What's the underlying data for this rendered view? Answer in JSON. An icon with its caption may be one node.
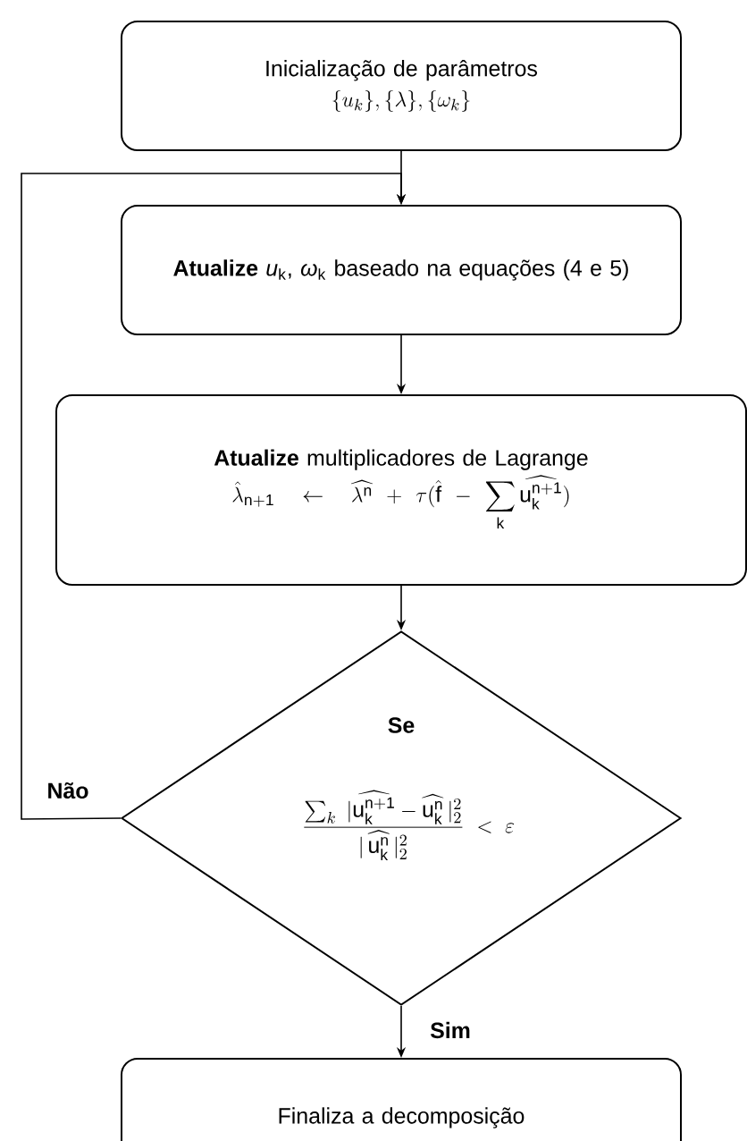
{
  "diagram": {
    "nodes": [
      {
        "text": [
          "Inicialização de parâmetros",
          "\\{u_k\\}, \\{\\lambda\\}, \\{\\omega_k\\}"
        ]
      },
      {
        "text": [
          "**Atualize** *u*$_{k}$, *ω*$_{k}$ baseado na equações (4 e 5)"
        ]
      },
      {
        "text": [
          "**Atualize** multiplicadores de Lagrange",
          "\\hat{\\lambda}_{\\mathrm{n+1}} \\leftarrow \\widehat{\\lambda^{\\mathrm{n}}} + \\tau ( \\hat{\\mathrm{f}} - \\sum_{\\mathrm{k}} \\widehat{\\mathrm{u}_{\\mathrm{k}}^{\\mathrm{n+1}}} )"
        ]
      },
      {
        "text": [
          "Se",
          "\\dfrac{\\sum_k \\ |\\widehat{\\mathrm{u}_{\\mathrm{k}}^{\\mathrm{n+1}}} - \\widehat{\\mathrm{u}_{\\mathrm{k}}^{\\mathrm{n}}}\\,|_2^2}{|\\,\\widehat{\\mathrm{u}_{\\mathrm{k}}^{\\mathrm{n}}}\\,|_2^2} \\ <\\ \\varepsilon"
        ]
      },
      {
        "text": [
          "Finaliza a decomposição"
        ]
      }
    ],
    "edges": [
      {
        "from": 0,
        "to": 1,
        "arrow": "to"
      },
      {
        "from": 1,
        "to": 2,
        "arrow": "to"
      },
      {
        "from": 2,
        "to": 3,
        "arrow": "to"
      },
      {
        "from": 3,
        "to": 1,
        "arrow": "to",
        "label": "Não"
      },
      {
        "from": 3,
        "to": 4,
        "arrow": "to",
        "label": "Sim"
      }
    ]
  }
}
